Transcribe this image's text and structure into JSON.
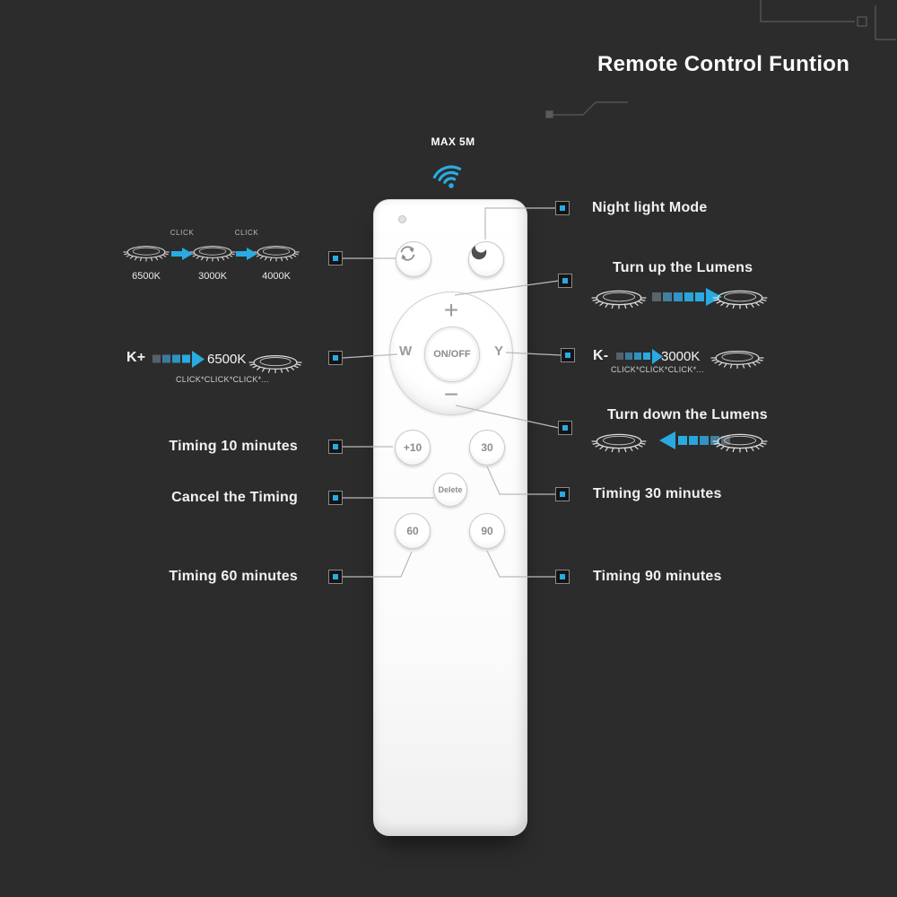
{
  "title": "Remote Control Funtion",
  "wireless": {
    "max_label": "MAX 5M"
  },
  "colors": {
    "accent": "#29abe2",
    "background": "#2c2c2c"
  },
  "remote": {
    "buttons": {
      "plus": "+",
      "minus": "−",
      "w": "W",
      "y": "Y",
      "onoff": "ON/OFF",
      "plus10": "+10",
      "t30": "30",
      "delete": "Delete",
      "t60": "60",
      "t90": "90"
    }
  },
  "left": {
    "color_cycle": {
      "click_labels": [
        "CLICK",
        "CLICK"
      ],
      "temps": [
        "6500K",
        "3000K",
        "4000K"
      ]
    },
    "k_plus": {
      "label": "K+",
      "value": "6500K",
      "click_text": "CLICK*CLICK*CLICK*..."
    },
    "timing10": "Timing 10 minutes",
    "cancel_timing": "Cancel the Timing",
    "timing60": "Timing 60 minutes"
  },
  "right": {
    "night_mode": "Night light Mode",
    "turn_up": "Turn up the Lumens",
    "k_minus": {
      "label": "K-",
      "value": "3000K",
      "click_text": "CLICK*CLICK*CLICK*..."
    },
    "turn_down": "Turn down the Lumens",
    "timing30": "Timing 30 minutes",
    "timing90": "Timing 90 minutes"
  }
}
